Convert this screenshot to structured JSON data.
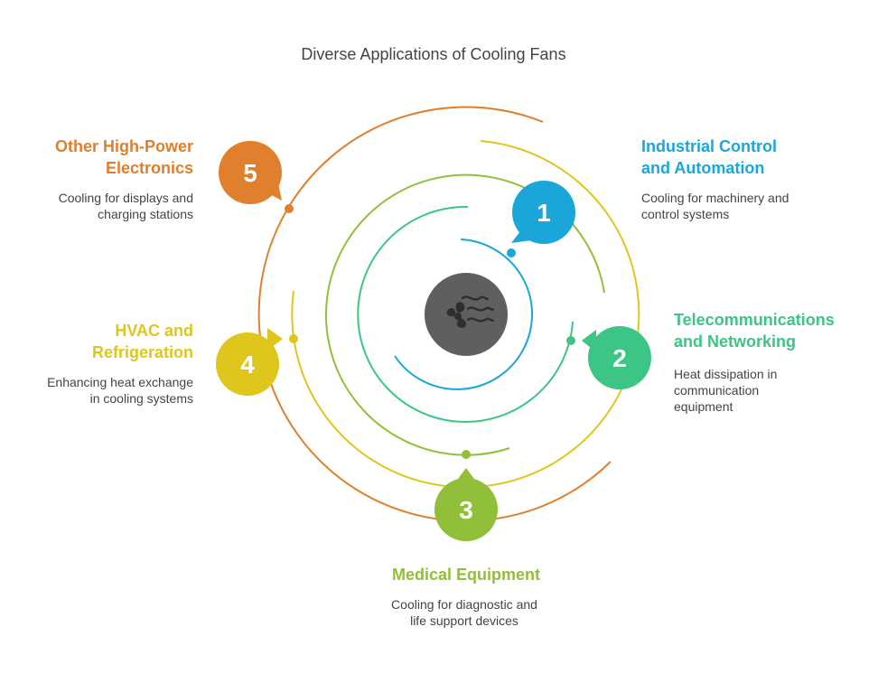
{
  "title": "Diverse Applications of Cooling Fans",
  "center_icon": "fan-icon",
  "colors": {
    "blue": "#1aa6d9",
    "teal": "#3cc584",
    "green": "#92bf3a",
    "yellow": "#dfc61c",
    "orange": "#e07f2c",
    "hub": "#5f5f5f"
  },
  "items": [
    {
      "number": "1",
      "title_lines": [
        "Industrial Control",
        "and Automation"
      ],
      "desc_lines": [
        "Cooling for machinery and",
        "control systems"
      ]
    },
    {
      "number": "2",
      "title_lines": [
        "Telecommunications",
        "and Networking"
      ],
      "desc_lines": [
        "Heat dissipation in",
        "communication",
        "equipment"
      ]
    },
    {
      "number": "3",
      "title_lines": [
        "Medical Equipment"
      ],
      "desc_lines": [
        "Cooling for diagnostic and",
        "life support devices"
      ]
    },
    {
      "number": "4",
      "title_lines": [
        "HVAC and",
        "Refrigeration"
      ],
      "desc_lines": [
        "Enhancing heat exchange",
        "in cooling systems"
      ]
    },
    {
      "number": "5",
      "title_lines": [
        "Other High-Power",
        "Electronics"
      ],
      "desc_lines": [
        "Cooling for displays and",
        "charging stations"
      ]
    }
  ]
}
